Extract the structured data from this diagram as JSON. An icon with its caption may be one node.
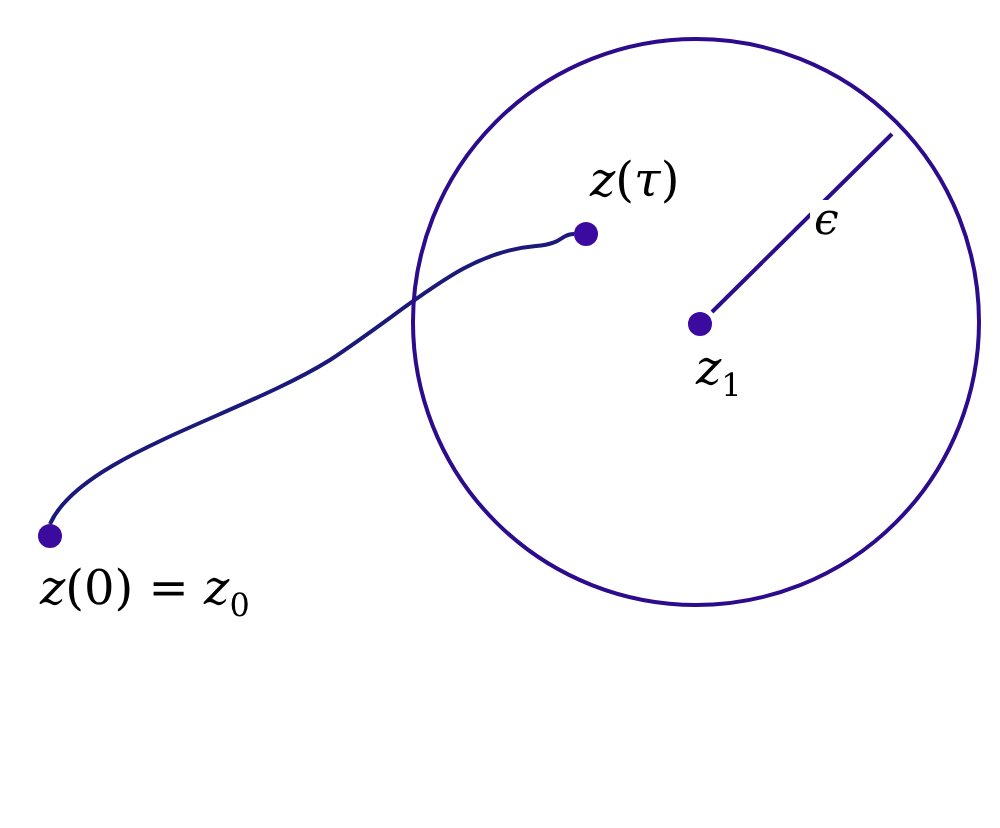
{
  "diagram": {
    "nodes": [
      {
        "text": [
          "*z*(0) = *z*$_{0}$"
        ]
      },
      {
        "text": [
          "*z*(*τ*)"
        ],
        "in": 2
      },
      {
        "text": [],
        "shape": "circle"
      },
      {
        "text": [
          "*z*$_{1}$"
        ],
        "in": 2
      }
    ],
    "edges": [
      {
        "from": 0,
        "to": 1,
        "arrow": "none"
      },
      {
        "from": 3,
        "to": 2,
        "arrow": "none",
        "label": "ϵ"
      }
    ]
  }
}
